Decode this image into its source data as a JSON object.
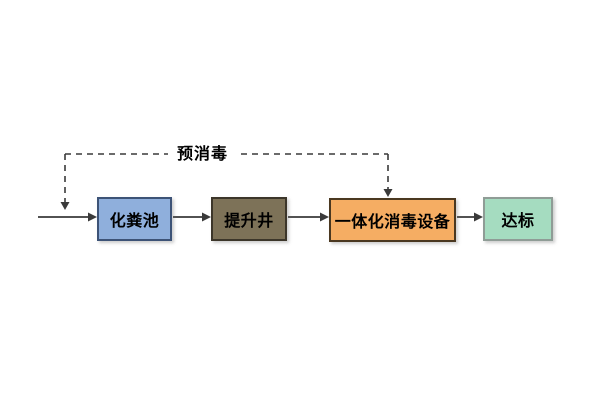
{
  "diagram": {
    "pre_disinfection_label": "预消毒",
    "nodes": [
      {
        "id": "septic-tank",
        "label": "化粪池",
        "fill": "#8fafdc",
        "border": "#3d5377"
      },
      {
        "id": "lift-well",
        "label": "提升井",
        "fill": "#7d7258",
        "border": "#3c362a"
      },
      {
        "id": "integrated-disinfection-unit",
        "label": "一体化消毒设备",
        "fill": "#f5ad63",
        "border": "#4a3820"
      },
      {
        "id": "compliant-discharge",
        "label": "达标",
        "fill": "#a5dcc0",
        "border": "#8f9c96"
      }
    ],
    "edges": [
      {
        "from": "inlet",
        "to": "septic-tank",
        "style": "solid"
      },
      {
        "from": "septic-tank",
        "to": "lift-well",
        "style": "solid"
      },
      {
        "from": "lift-well",
        "to": "integrated-disinfection-unit",
        "style": "solid"
      },
      {
        "from": "integrated-disinfection-unit",
        "to": "compliant-discharge",
        "style": "solid"
      },
      {
        "from": "pre-disinfection",
        "to": "inlet",
        "style": "dashed"
      },
      {
        "from": "pre-disinfection",
        "to": "integrated-disinfection-unit",
        "style": "dashed"
      }
    ],
    "line_color": "#3a3a3a"
  }
}
